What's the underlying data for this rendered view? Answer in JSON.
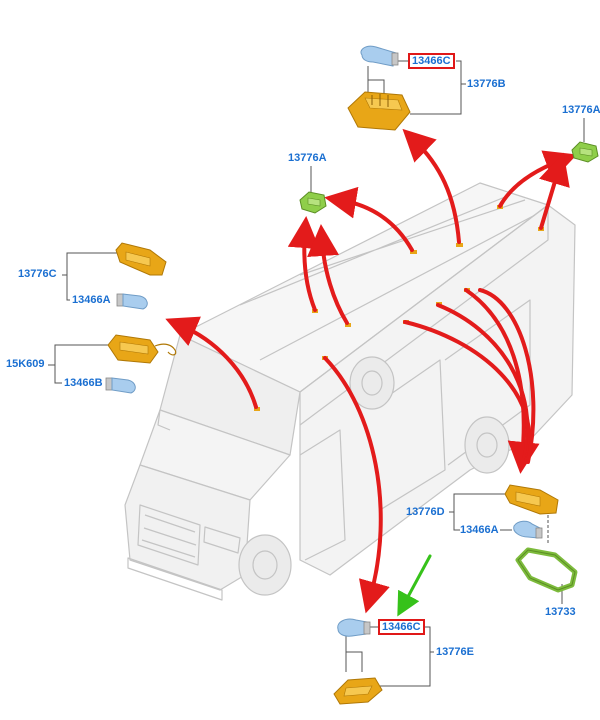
{
  "labels": {
    "top_bulb": "13466C",
    "top_lamp": "13776B",
    "right_lamp": "13776A",
    "mid_lamp": "13776A",
    "left_lamp_c": "13776C",
    "left_bulb_a": "13466A",
    "left_lamp_k": "15K609",
    "left_bulb_b": "13466B",
    "right_lamp_d": "13776D",
    "right_bulb_a": "13466A",
    "bezel": "13733",
    "bottom_bulb": "13466C",
    "bottom_lamp": "13776E"
  },
  "colors": {
    "label_blue": "#1a6fd1",
    "highlight_red": "#e01818",
    "arrow_red": "#e31b1b",
    "arrow_green": "#36c21a",
    "lamp_amber": "#e8a617",
    "lamp_green": "#8fce4a",
    "bulb_blue": "#a9cdee",
    "van_line": "#c4c4c4"
  }
}
